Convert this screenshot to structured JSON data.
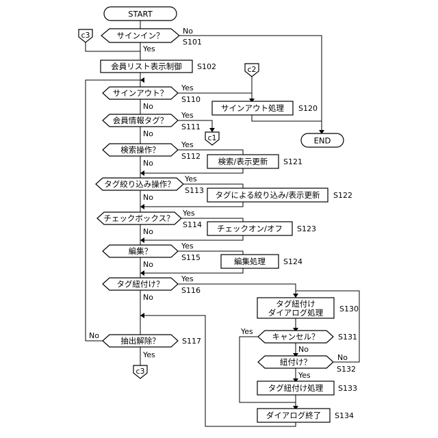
{
  "terminals": {
    "start": "START",
    "end": "END"
  },
  "decisions": {
    "signin": "サインイン？",
    "signout": "サインアウト？",
    "member_tag": "会員情報タグ？",
    "search": "検索操作？",
    "tag_filter": "タグ絞り込み操作？",
    "checkbox": "チェックボックス？",
    "edit": "編集？",
    "tagging": "タグ紐付け？",
    "unextract": "抽出解除？",
    "cancel": "キャンセル？",
    "link": "紐付け？"
  },
  "processes": {
    "member_list": "会員リスト表示制御",
    "signout_proc": "サインアウト処理",
    "search_update": "検索/表示更新",
    "tag_filter_update": "タグによる絞り込み/表示更新",
    "check_onoff": "チェックオン/オフ",
    "edit_proc": "編集処理",
    "tag_dialog_line1": "タグ紐付け",
    "tag_dialog_line2": "ダイアログ処理",
    "tag_link_proc": "タグ紐付け処理",
    "dialog_end": "ダイアログ終了"
  },
  "connectors": {
    "c1": "c1",
    "c2": "c2",
    "c3": "c3"
  },
  "steps": {
    "s101": "S101",
    "s102": "S102",
    "s110": "S110",
    "s111": "S111",
    "s112": "S112",
    "s113": "S113",
    "s114": "S114",
    "s115": "S115",
    "s116": "S116",
    "s117": "S117",
    "s120": "S120",
    "s121": "S121",
    "s122": "S122",
    "s123": "S123",
    "s124": "S124",
    "s130": "S130",
    "s131": "S131",
    "s132": "S132",
    "s133": "S133",
    "s134": "S134"
  },
  "branch": {
    "yes": "Yes",
    "no": "No"
  }
}
